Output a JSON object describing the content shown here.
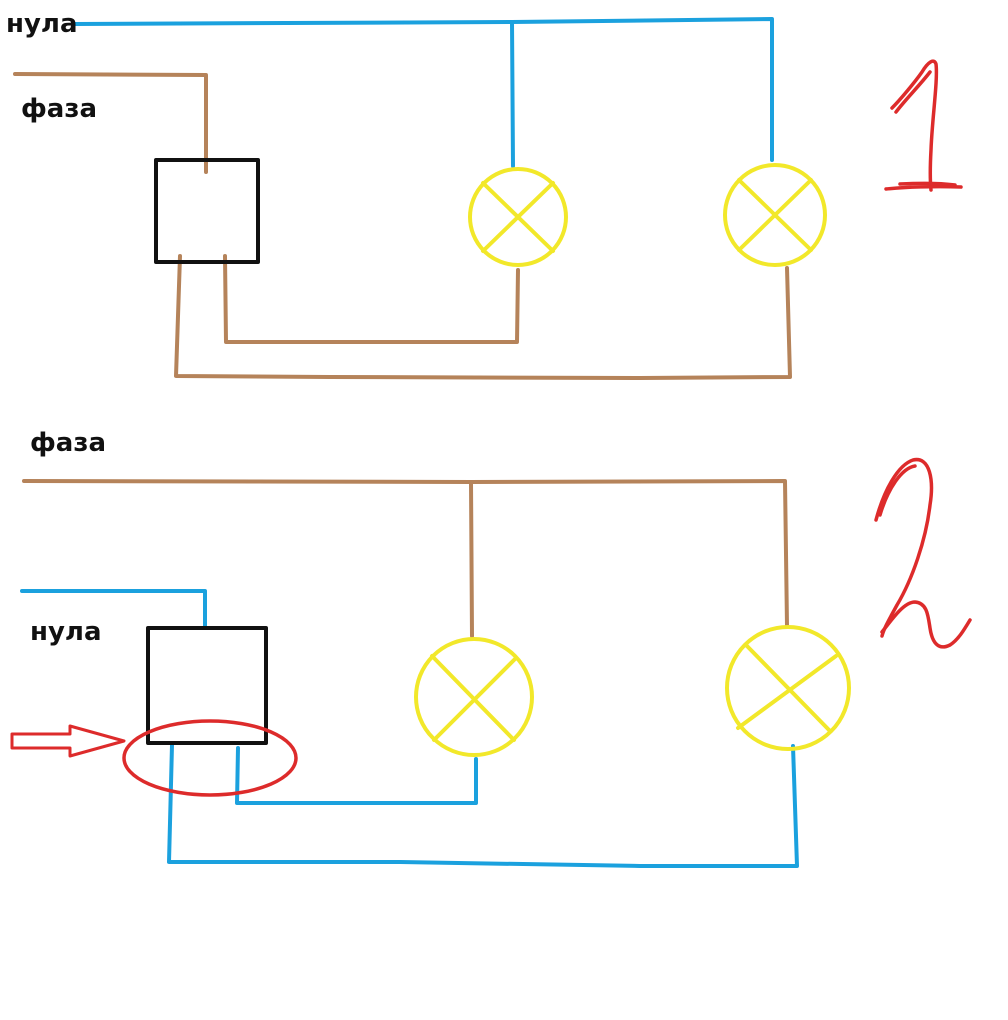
{
  "colors": {
    "neutral_wire": "#1ba1de",
    "phase_wire": "#b5835a",
    "switch_box": "#111111",
    "lamp": "#f2e82a",
    "annotation": "#dd2b2b",
    "label_text": "#111111"
  },
  "diagram1": {
    "number_label": "1",
    "labels": {
      "neutral": "нула",
      "phase": "фаза"
    }
  },
  "diagram2": {
    "number_label": "2",
    "labels": {
      "phase": "фаза",
      "neutral": "нула"
    }
  }
}
